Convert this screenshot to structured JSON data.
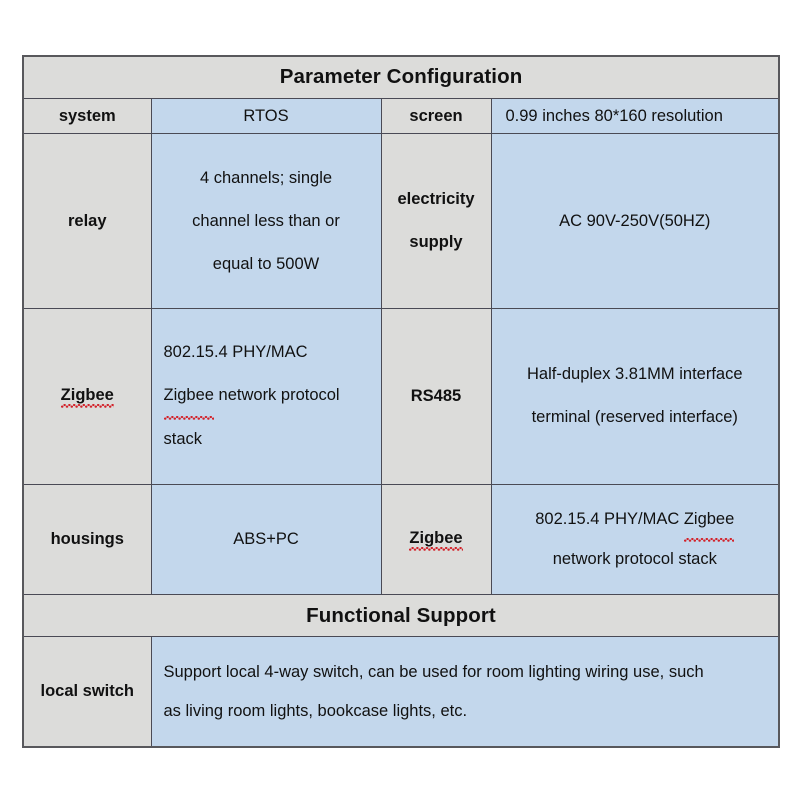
{
  "table": {
    "title_row": {
      "label": "Parameter Configuration"
    },
    "section_row": {
      "label": "Functional Support"
    },
    "rows": [
      {
        "key_left": "system",
        "value_left": "RTOS",
        "key_right": "screen",
        "value_right": "0.99 inches 80*160 resolution"
      },
      {
        "key_left": "relay",
        "value_left_lines": [
          "4 channels; single",
          "channel less than or",
          "equal to 500W"
        ],
        "key_right_lines": [
          "electricity",
          "supply"
        ],
        "value_right": "AC 90V-250V(50HZ)"
      },
      {
        "key_left": "Zigbee",
        "value_left_lines": [
          "802.15.4 PHY/MAC",
          "Zigbee network protocol",
          "stack"
        ],
        "key_right": "RS485",
        "value_right_lines": [
          "Half-duplex 3.81MM interface",
          "terminal (reserved interface)"
        ]
      },
      {
        "key_left": "housings",
        "value_left": "ABS+PC",
        "key_right": "Zigbee",
        "value_right_lines": [
          "802.15.4 PHY/MAC Zigbee",
          "network protocol stack"
        ]
      }
    ],
    "functional_row": {
      "key": "local switch",
      "value_lines": [
        "Support local 4-way switch, can be used for room lighting wiring use, such",
        "as living room lights, bookcase lights, etc."
      ]
    }
  },
  "spellcheck_words": [
    "Zigbee"
  ],
  "colors": {
    "header_fill": "#dcdcda",
    "value_fill": "#c3d7ec",
    "border": "#4a4a55",
    "outer_border": "#58585c",
    "text": "#111111",
    "spellcheck_underline": "#d2222a",
    "page_background": "#ffffff"
  }
}
